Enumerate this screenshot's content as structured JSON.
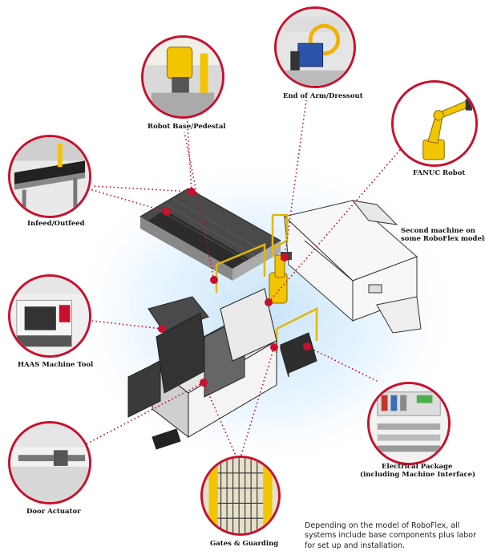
{
  "labels": {
    "robot_base": "Robot Base/Pedestal",
    "end_of_arm": "End of Arm/Dressout",
    "fanuc_robot": "FANUC Robot",
    "infeed": "Infeed/Outfeed",
    "second_machine_1": "Second machine on",
    "second_machine_2": "some RoboFlex models.",
    "haas": "HAAS Machine Tool",
    "electrical_1": "Electrical Package",
    "electrical_2": "(including Machine Interface)",
    "door_actuator": "Door Actuator",
    "gates": "Gates & Guarding"
  },
  "note": "Depending on the model of RoboFlex, all systems include base components plus labor for set up and installation.",
  "colors": {
    "accent_red": "#c8102e",
    "robot_yellow": "#f2c500",
    "halo_blue": "#d6ebf7"
  }
}
